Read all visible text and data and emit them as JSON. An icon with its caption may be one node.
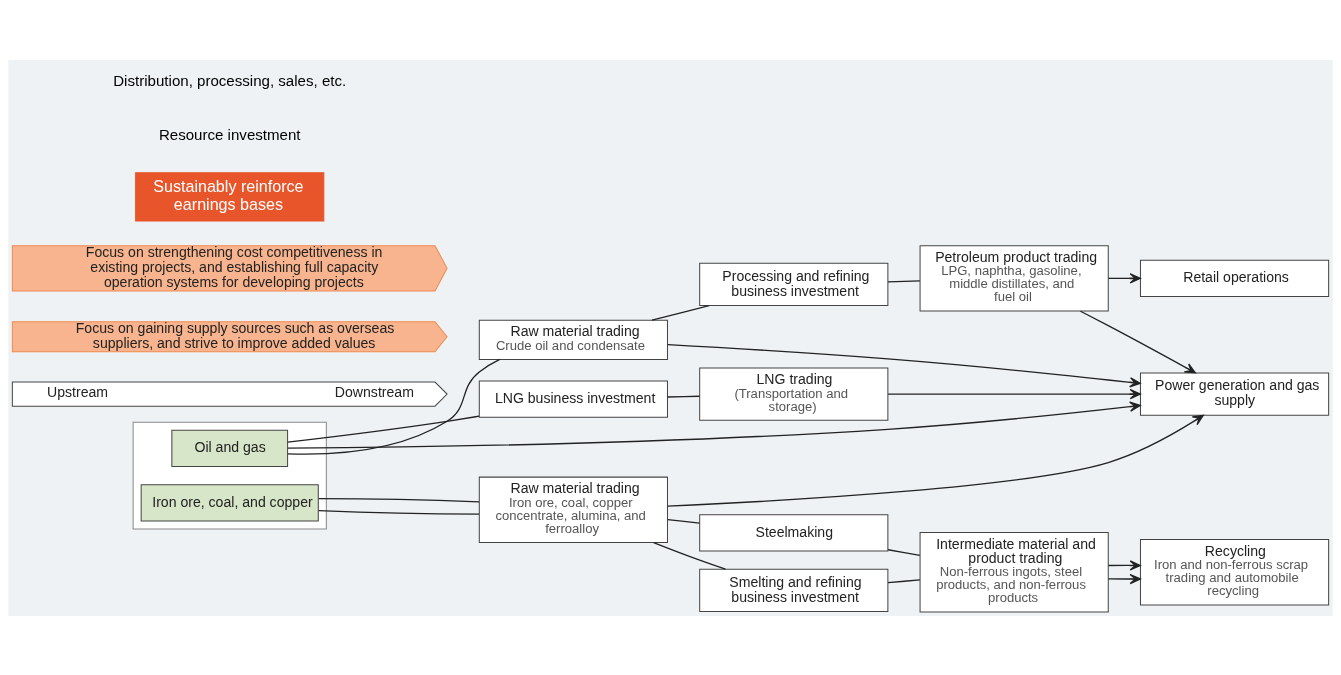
{
  "diagram": {
    "nodes": [
      {
        "text": [],
        "shape": "box"
      },
      {
        "text": [
          "Oil and gas"
        ],
        "in": 0
      },
      {
        "text": [
          "Iron ore, coal, and copper"
        ],
        "in": 0
      },
      {
        "text": [
          "Raw material trading",
          "Crude oil and condensate"
        ]
      },
      {
        "text": [
          "Processing and refining business investment"
        ]
      },
      {
        "text": [
          "Petroleum product trading",
          "LPG, naphtha, gasoline, middle distillates, and fuel oil"
        ]
      },
      {
        "text": [
          "Retail operations"
        ]
      },
      {
        "text": [
          "LNG business investment"
        ]
      },
      {
        "text": [
          "LNG trading",
          "(Transportation and storage)"
        ]
      },
      {
        "text": [
          "Power generation and gas supply"
        ]
      },
      {
        "text": [
          "Raw material trading",
          "Iron ore, coal, copper concentrate, alumina, and ferroalloy"
        ]
      },
      {
        "text": [
          "Steelmaking"
        ]
      },
      {
        "text": [
          "Smelting and refining business investment"
        ]
      },
      {
        "text": [
          "Intermediate material and product trading",
          "Non-ferrous ingots, steel products, and non-ferrous products"
        ]
      },
      {
        "text": [
          "Recycling",
          "Iron and non-ferrous scrap trading and automobile recycling"
        ]
      },
      {
        "text": [
          "Upstream",
          "Downstream"
        ]
      },
      {
        "text": [
          "Focus on gaining supply sources such as overseas suppliers, and strive to improve added values"
        ]
      },
      {
        "text": [
          "Focus on strengthening cost competitiveness in existing projects, and establishing full capacity operation systems for developing projects"
        ]
      },
      {
        "text": [
          "Sustainably reinforce earnings bases"
        ]
      }
    ],
    "edges": [
      {
        "from": 1,
        "to": 3,
        "arrow": "none"
      },
      {
        "from": 3,
        "to": 4,
        "arrow": "none"
      },
      {
        "from": 4,
        "to": 5,
        "arrow": "none"
      },
      {
        "from": 5,
        "to": 6,
        "arrow": "to"
      },
      {
        "from": 3,
        "to": 9,
        "arrow": "to"
      },
      {
        "from": 5,
        "to": 9,
        "arrow": "to"
      },
      {
        "from": 1,
        "to": 7,
        "arrow": "none"
      },
      {
        "from": 7,
        "to": 8,
        "arrow": "none"
      },
      {
        "from": 8,
        "to": 9,
        "arrow": "to"
      },
      {
        "from": 1,
        "to": 9,
        "arrow": "to"
      },
      {
        "from": 2,
        "to": 10,
        "arrow": "none"
      },
      {
        "from": 2,
        "to": 10,
        "arrow": "none"
      },
      {
        "from": 10,
        "to": 9,
        "arrow": "to"
      },
      {
        "from": 10,
        "to": 11,
        "arrow": "none"
      },
      {
        "from": 10,
        "to": 12,
        "arrow": "none"
      },
      {
        "from": 11,
        "to": 13,
        "arrow": "none"
      },
      {
        "from": 12,
        "to": 13,
        "arrow": "none"
      },
      {
        "from": 13,
        "to": 14,
        "arrow": "to"
      },
      {
        "from": 13,
        "to": 14,
        "arrow": "to"
      }
    ],
    "labels": [
      "Resource investment",
      "Distribution, processing, sales, etc."
    ]
  }
}
